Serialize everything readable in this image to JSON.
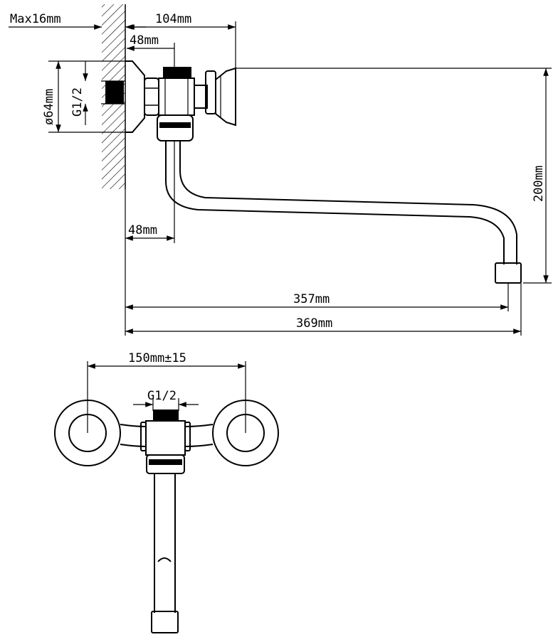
{
  "dimensions": {
    "wall_thickness": "Max16mm",
    "body_offset": "104mm",
    "inlet_offset_top": "48mm",
    "flange_diameter": "ø64mm",
    "thread_side": "G1/2",
    "spout_height": "200mm",
    "spout_offset_bottom": "48mm",
    "spout_reach_inner": "357mm",
    "spout_reach_outer": "369mm",
    "center_distance": "150mm±15",
    "thread_front": "G1/2"
  },
  "colors": {
    "line": "#000000",
    "background": "#ffffff"
  }
}
